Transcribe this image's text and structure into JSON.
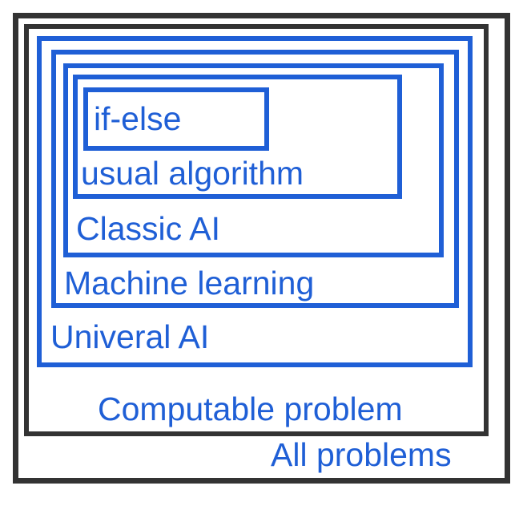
{
  "colors": {
    "outer_border": "#333333",
    "nested_border": "#1f5fd6",
    "label": "#1f5fd6",
    "background": "#ffffff"
  },
  "diagram": {
    "levels": [
      {
        "id": "all-problems",
        "label": "All problems"
      },
      {
        "id": "computable-problem",
        "label": "Computable problem"
      },
      {
        "id": "universal-ai",
        "label": "Univeral AI"
      },
      {
        "id": "machine-learning",
        "label": "Machine learning"
      },
      {
        "id": "classic-ai",
        "label": "Classic AI"
      },
      {
        "id": "usual-algorithm",
        "label": "usual algorithm"
      },
      {
        "id": "if-else",
        "label": "if-else"
      }
    ]
  }
}
